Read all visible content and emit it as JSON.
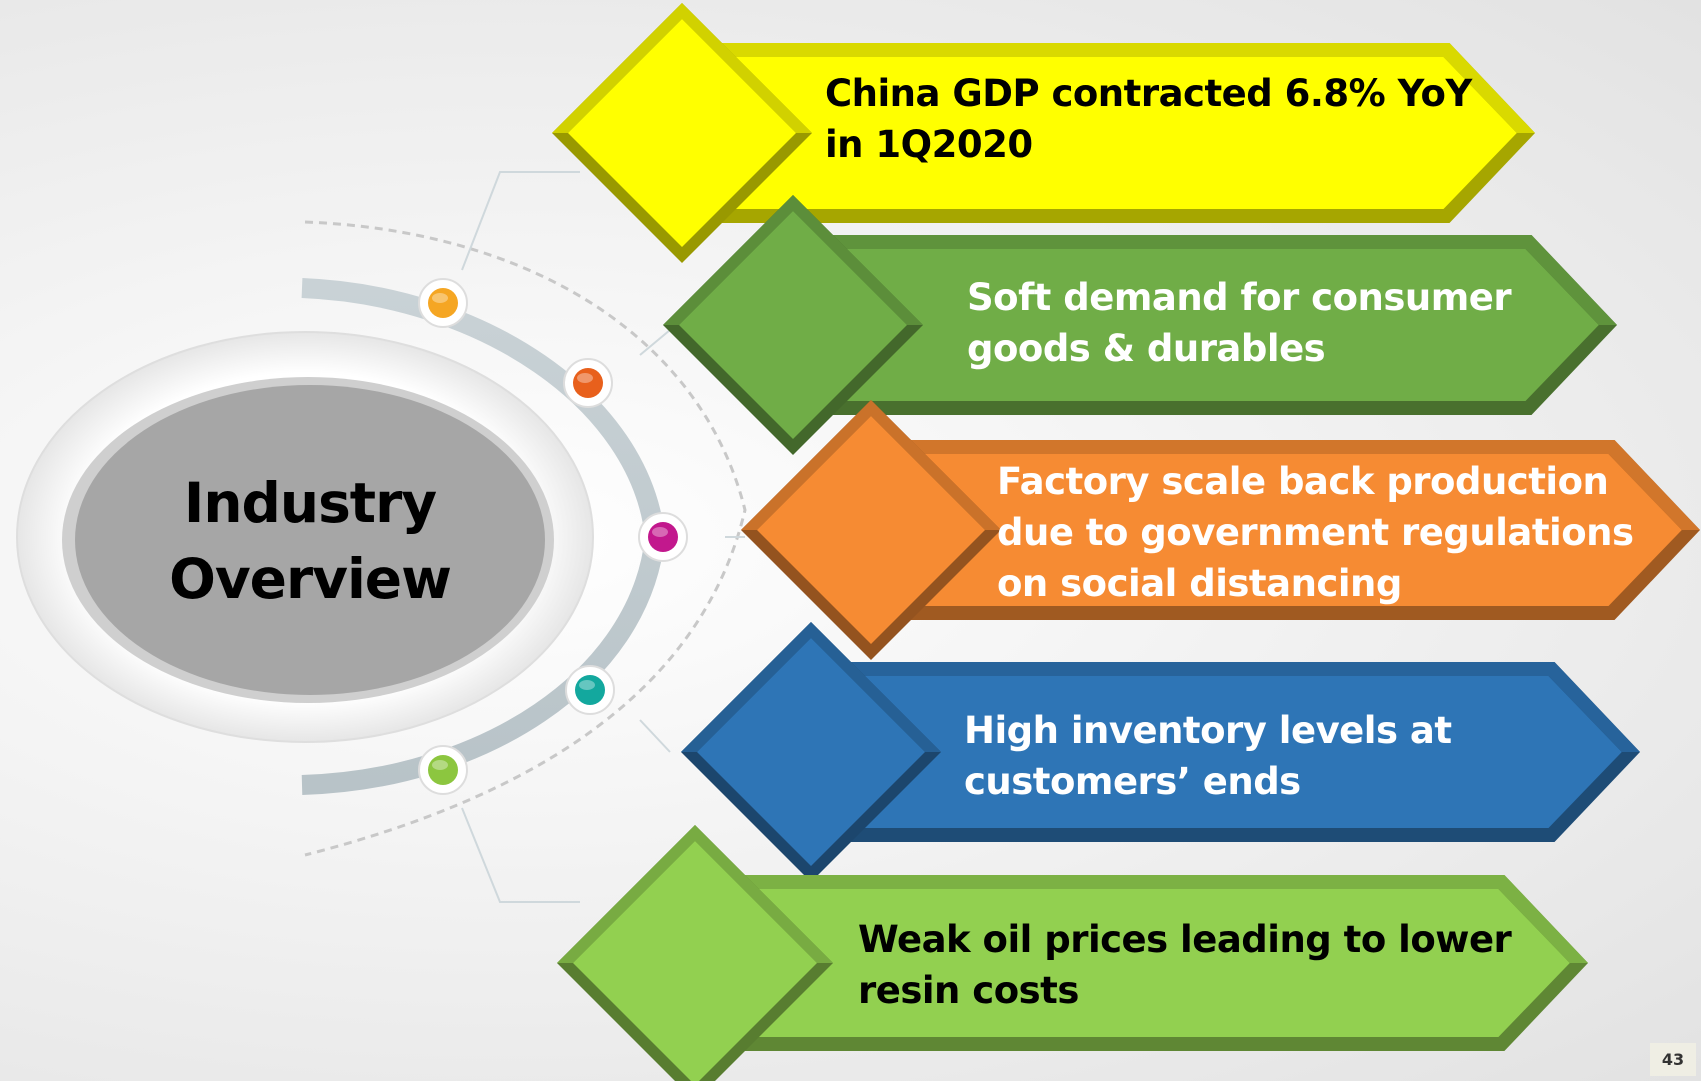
{
  "center": {
    "title_line1": "Industry",
    "title_line2": "Overview",
    "fill_color": "#a6a6a6"
  },
  "banners": [
    {
      "line1": "China GDP contracted 6.8% YoY",
      "line2": "in 1Q2020",
      "color": "#ffff00",
      "text_color": "#000000"
    },
    {
      "line1": "Soft demand for consumer",
      "line2": "goods & durables",
      "color": "#70ad47",
      "text_color": "#ffffff"
    },
    {
      "line1": "Factory scale back production",
      "line2": "due to government regulations",
      "line3": "on social distancing",
      "color": "#f68b33",
      "text_color": "#ffffff"
    },
    {
      "line1": "High inventory levels at",
      "line2": "customers’ ends",
      "color": "#2e75b6",
      "text_color": "#ffffff"
    },
    {
      "line1": "Weak oil prices leading to lower",
      "line2": "resin costs",
      "color": "#92d050",
      "text_color": "#000000"
    }
  ],
  "dots": [
    "#f5a623",
    "#e8601c",
    "#c2188d",
    "#13a89e",
    "#8cc63f"
  ],
  "page_number": "43"
}
